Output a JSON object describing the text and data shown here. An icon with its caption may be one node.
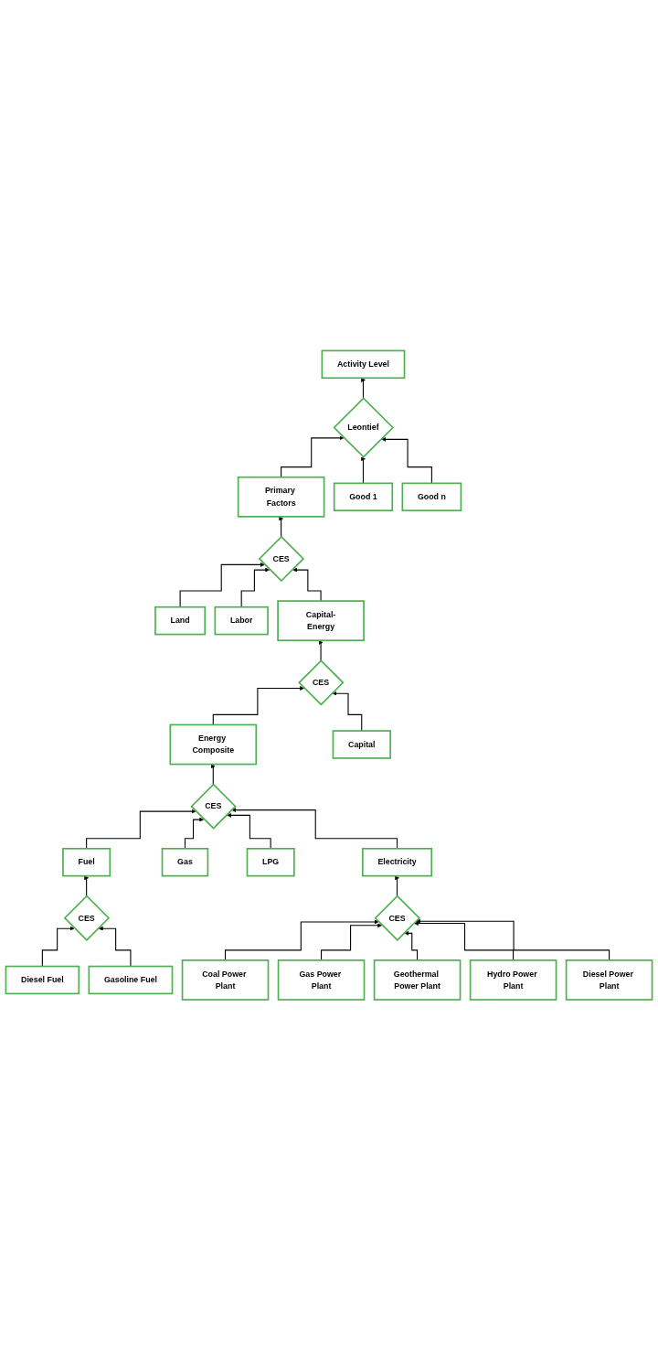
{
  "diagram": {
    "nodes": [
      {
        "text": [
          "Activity Level"
        ]
      },
      {
        "text": [
          "Leontief"
        ]
      },
      {
        "text": [
          "Primary Factors"
        ]
      },
      {
        "text": [
          "Good 1"
        ]
      },
      {
        "text": [
          "Good n"
        ]
      },
      {
        "text": [
          "CES"
        ]
      },
      {
        "text": [
          "Land"
        ]
      },
      {
        "text": [
          "Labor"
        ]
      },
      {
        "text": [
          "Capital-Energy"
        ]
      },
      {
        "text": [
          "CES"
        ]
      },
      {
        "text": [
          "Energy Composite"
        ]
      },
      {
        "text": [
          "Capital"
        ]
      },
      {
        "text": [
          "CES"
        ]
      },
      {
        "text": [
          "Fuel"
        ]
      },
      {
        "text": [
          "Gas"
        ]
      },
      {
        "text": [
          "LPG"
        ]
      },
      {
        "text": [
          "Electricity"
        ]
      },
      {
        "text": [
          "CES"
        ]
      },
      {
        "text": [
          "CES"
        ]
      },
      {
        "text": [
          "Diesel Fuel"
        ]
      },
      {
        "text": [
          "Gasoline Fuel"
        ]
      },
      {
        "text": [
          "Coal Power Plant"
        ]
      },
      {
        "text": [
          "Gas Power Plant"
        ]
      },
      {
        "text": [
          "Geothermal Power Plant"
        ]
      },
      {
        "text": [
          "Hydro Power Plant"
        ]
      },
      {
        "text": [
          "Diesel Power Plant"
        ]
      }
    ],
    "edges": [
      {
        "from": 1,
        "to": 0,
        "arrow": "to"
      },
      {
        "from": 2,
        "to": 1,
        "arrow": "to"
      },
      {
        "from": 3,
        "to": 1,
        "arrow": "to"
      },
      {
        "from": 4,
        "to": 1,
        "arrow": "to"
      },
      {
        "from": 5,
        "to": 2,
        "arrow": "to"
      },
      {
        "from": 6,
        "to": 5,
        "arrow": "to"
      },
      {
        "from": 7,
        "to": 5,
        "arrow": "to"
      },
      {
        "from": 8,
        "to": 5,
        "arrow": "to"
      },
      {
        "from": 9,
        "to": 8,
        "arrow": "to"
      },
      {
        "from": 10,
        "to": 9,
        "arrow": "to"
      },
      {
        "from": 11,
        "to": 9,
        "arrow": "to"
      },
      {
        "from": 12,
        "to": 10,
        "arrow": "to"
      },
      {
        "from": 13,
        "to": 12,
        "arrow": "to"
      },
      {
        "from": 14,
        "to": 12,
        "arrow": "to"
      },
      {
        "from": 15,
        "to": 12,
        "arrow": "to"
      },
      {
        "from": 16,
        "to": 12,
        "arrow": "to"
      },
      {
        "from": 17,
        "to": 13,
        "arrow": "to"
      },
      {
        "from": 18,
        "to": 16,
        "arrow": "to"
      },
      {
        "from": 19,
        "to": 17,
        "arrow": "to"
      },
      {
        "from": 20,
        "to": 17,
        "arrow": "to"
      },
      {
        "from": 21,
        "to": 18,
        "arrow": "to"
      },
      {
        "from": 22,
        "to": 18,
        "arrow": "to"
      },
      {
        "from": 23,
        "to": 18,
        "arrow": "to"
      },
      {
        "from": 24,
        "to": 18,
        "arrow": "to"
      },
      {
        "from": 25,
        "to": 18,
        "arrow": "to"
      }
    ]
  }
}
